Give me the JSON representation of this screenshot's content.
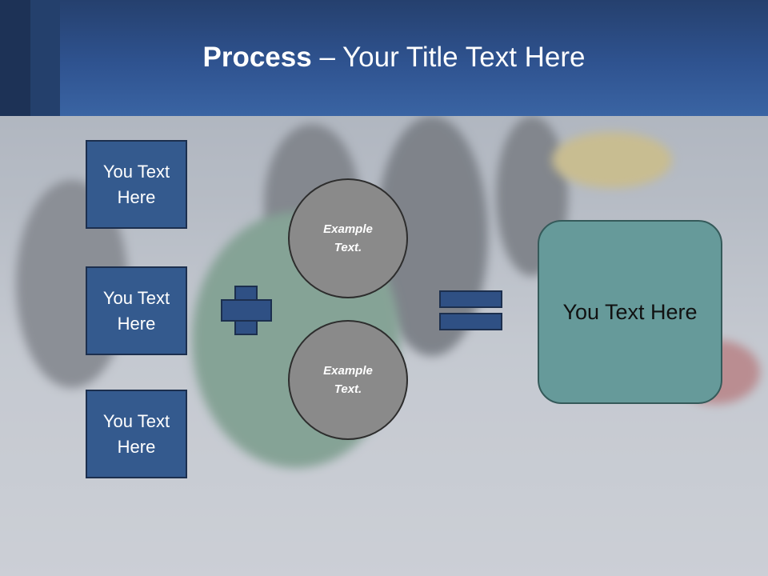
{
  "header": {
    "title_bold": "Process",
    "title_rest": " – Your Title Text Here"
  },
  "left_boxes": [
    {
      "label": "You Text Here"
    },
    {
      "label": "You Text Here"
    },
    {
      "label": "You Text Here"
    }
  ],
  "circles": [
    {
      "label": "Example Text."
    },
    {
      "label": "Example Text."
    }
  ],
  "result": {
    "label": "You Text Here"
  },
  "colors": {
    "header_blue": "#2f5390",
    "box_blue": "#345a8e",
    "circle_gray": "#8a8a8a",
    "result_teal": "#669a9a"
  },
  "icons": [
    "plus-icon",
    "equals-icon"
  ]
}
